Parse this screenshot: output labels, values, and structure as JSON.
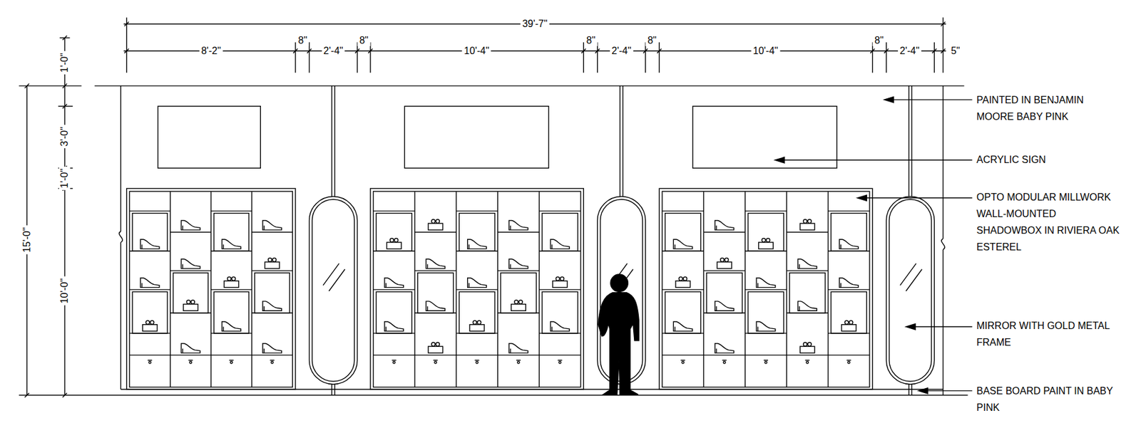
{
  "diagram": {
    "labels": [
      "39'-7\"",
      "8'-2\"",
      "8\"",
      "2'-4\"",
      "8\"",
      "10'-4\"",
      "8\"",
      "2'-4\"",
      "8\"",
      "10'-4\"",
      "8\"",
      "2'-4\"",
      "5\"",
      "1'-0\"",
      "3'-0\"",
      "1'-0\"",
      "10'-0\"",
      "15'-0\"",
      "PAINTED IN BENJAMIN MOORE BABY PINK",
      "ACRYLIC SIGN",
      "OPTO MODULAR MILLWORK WALL-MOUNTED SHADOWBOX IN RIVIERA OAK ESTEREL",
      "MIRROR WITH GOLD METAL FRAME",
      "BASE BOARD PAINT IN BABY PINK"
    ]
  }
}
